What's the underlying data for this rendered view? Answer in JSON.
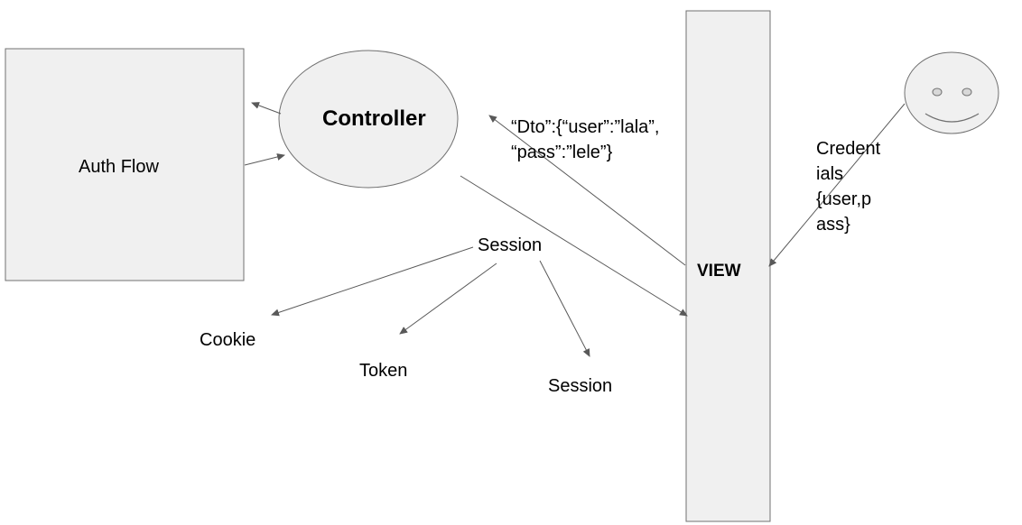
{
  "colors": {
    "shape_fill": "#f0f0f0",
    "shape_stroke": "#707070",
    "arrow": "#595959",
    "text": "#000000",
    "background": "#ffffff"
  },
  "nodes": {
    "auth_flow": {
      "label": "Auth Flow",
      "shape": "rectangle"
    },
    "controller": {
      "label": "Controller",
      "shape": "ellipse"
    },
    "view": {
      "label": "VIEW",
      "shape": "rectangle"
    },
    "user": {
      "label": "",
      "shape": "smiley-face"
    }
  },
  "edge_labels": {
    "dto_line1": "“Dto”:{“user”:”lala”,",
    "dto_line2": "“pass”:”lele”}",
    "credentials": "Credent\nials\n{user,p\nass}"
  },
  "session_tree": {
    "root": "Session",
    "children": [
      "Cookie",
      "Token",
      "Session"
    ]
  }
}
